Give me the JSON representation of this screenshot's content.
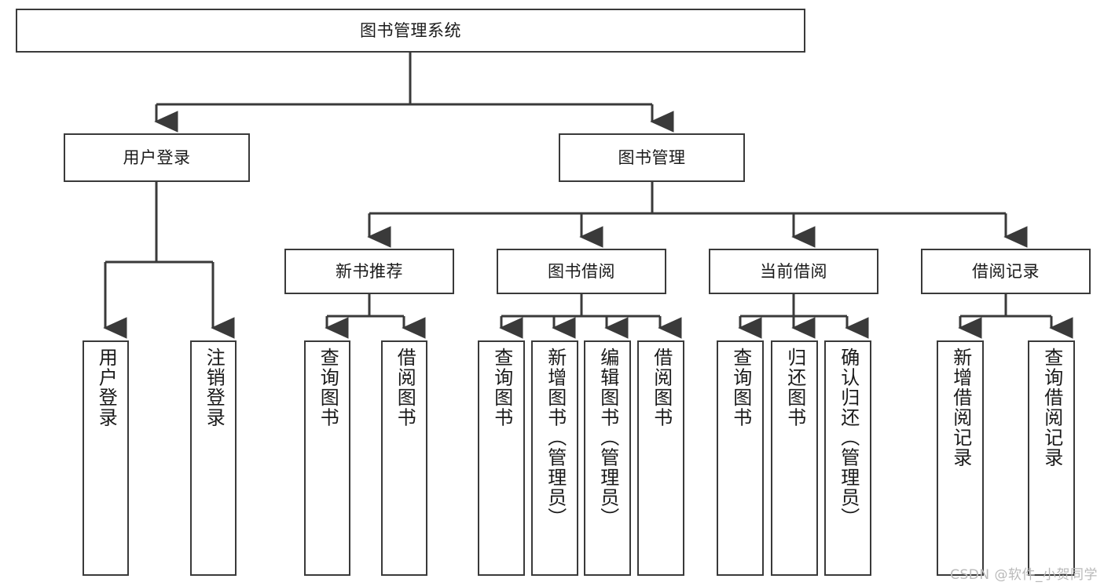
{
  "diagram": {
    "title": "图书管理系统",
    "type": "tree-hierarchy",
    "watermark": "CSDN @软件_小贺同学",
    "colors": {
      "box_border": "#3a3a3a",
      "box_fill": "#ffffff",
      "connector": "#3a3a3a",
      "text": "#1a1a1a",
      "watermark": "#b9b9b9",
      "background": "#ffffff"
    }
  },
  "nodes": {
    "root": {
      "label": "图书管理系统"
    },
    "level2": [
      {
        "id": "user-login",
        "label": "用户登录"
      },
      {
        "id": "book-manage",
        "label": "图书管理"
      }
    ],
    "level3": [
      {
        "id": "new-book-recommend",
        "label": "新书推荐"
      },
      {
        "id": "book-borrow",
        "label": "图书借阅"
      },
      {
        "id": "current-borrow",
        "label": "当前借阅"
      },
      {
        "id": "borrow-record",
        "label": "借阅记录"
      }
    ],
    "leaves": {
      "user-login": [
        {
          "id": "leaf-user-login",
          "label": "用户登录"
        },
        {
          "id": "leaf-logout-login",
          "label": "注销登录"
        }
      ],
      "new-book-recommend": [
        {
          "id": "leaf-query-book-1",
          "label": "查询图书"
        },
        {
          "id": "leaf-borrow-book-1",
          "label": "借阅图书"
        }
      ],
      "book-borrow": [
        {
          "id": "leaf-query-book-2",
          "label": "查询图书"
        },
        {
          "id": "leaf-add-book",
          "label": "新增图书（管理员）"
        },
        {
          "id": "leaf-edit-book",
          "label": "编辑图书（管理员）"
        },
        {
          "id": "leaf-borrow-book-2",
          "label": "借阅图书"
        }
      ],
      "current-borrow": [
        {
          "id": "leaf-query-book-3",
          "label": "查询图书"
        },
        {
          "id": "leaf-return-book",
          "label": "归还图书"
        },
        {
          "id": "leaf-confirm-return",
          "label": "确认归还（管理员）"
        }
      ],
      "borrow-record": [
        {
          "id": "leaf-add-record",
          "label": "新增借阅记录"
        },
        {
          "id": "leaf-query-record",
          "label": "查询借阅记录"
        }
      ]
    }
  }
}
